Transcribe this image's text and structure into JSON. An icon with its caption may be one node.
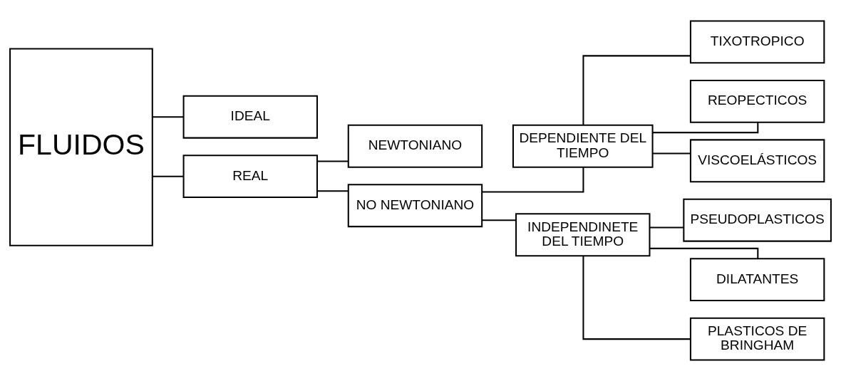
{
  "diagram": {
    "nodes": [
      {
        "text": [
          "FLUIDOS"
        ]
      },
      {
        "text": [
          "IDEAL"
        ]
      },
      {
        "text": [
          "REAL"
        ]
      },
      {
        "text": [
          "NEWTONIANO"
        ]
      },
      {
        "text": [
          "NO NEWTONIANO"
        ]
      },
      {
        "text": [
          "DEPENDIENTE DEL TIEMPO"
        ]
      },
      {
        "text": [
          "INDEPENDINETE DEL TIEMPO"
        ]
      },
      {
        "text": [
          "TIXOTROPICO"
        ]
      },
      {
        "text": [
          "REOPECTICOS"
        ]
      },
      {
        "text": [
          "VISCOELÁSTICOS"
        ]
      },
      {
        "text": [
          "PSEUDOPLASTICOS"
        ]
      },
      {
        "text": [
          "DILATANTES"
        ]
      },
      {
        "text": [
          "PLASTICOS DE BRINGHAM"
        ]
      }
    ],
    "edges": [
      {
        "from": 0,
        "to": 1,
        "arrow": "none"
      },
      {
        "from": 0,
        "to": 2,
        "arrow": "none"
      },
      {
        "from": 2,
        "to": 3,
        "arrow": "none"
      },
      {
        "from": 2,
        "to": 4,
        "arrow": "none"
      },
      {
        "from": 4,
        "to": 5,
        "arrow": "none"
      },
      {
        "from": 4,
        "to": 6,
        "arrow": "none"
      },
      {
        "from": 5,
        "to": 7,
        "arrow": "none"
      },
      {
        "from": 5,
        "to": 8,
        "arrow": "none"
      },
      {
        "from": 5,
        "to": 9,
        "arrow": "none"
      },
      {
        "from": 6,
        "to": 10,
        "arrow": "none"
      },
      {
        "from": 6,
        "to": 11,
        "arrow": "none"
      },
      {
        "from": 6,
        "to": 12,
        "arrow": "none"
      }
    ]
  }
}
